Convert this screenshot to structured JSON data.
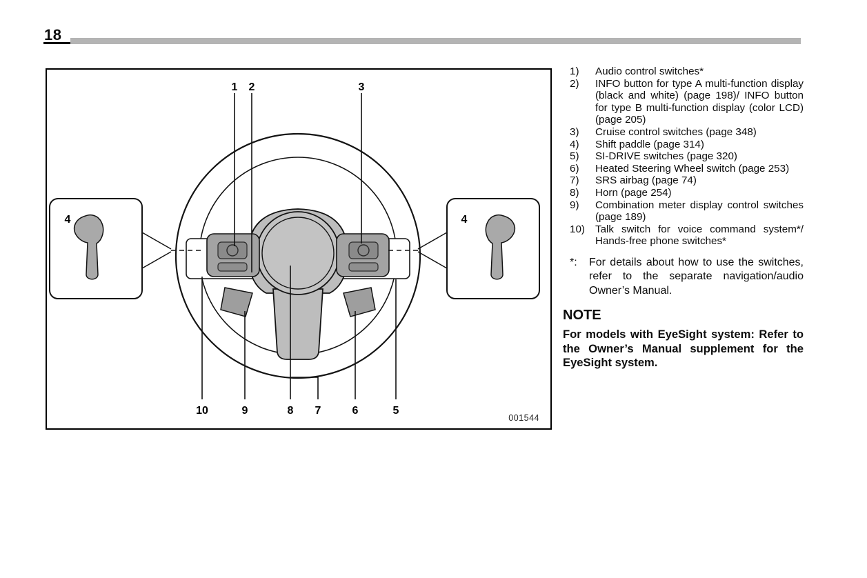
{
  "page": {
    "number": "18",
    "figure_code": "001544"
  },
  "figure": {
    "callouts": {
      "c1": "1",
      "c2": "2",
      "c3": "3",
      "c4_left": "4",
      "c4_right": "4",
      "c5": "5",
      "c6": "6",
      "c7": "7",
      "c8": "8",
      "c9": "9",
      "c10": "10"
    }
  },
  "legend": {
    "items": [
      {
        "num": "1)",
        "text": "Audio control switches*"
      },
      {
        "num": "2)",
        "text": "INFO button for type A multi-function display (black and white) (page 198)/ INFO button for type B multi-function display (color LCD) (page 205)"
      },
      {
        "num": "3)",
        "text": "Cruise control switches (page 348)"
      },
      {
        "num": "4)",
        "text": "Shift paddle (page 314)"
      },
      {
        "num": "5)",
        "text": "SI-DRIVE switches (page 320)"
      },
      {
        "num": "6)",
        "text": "Heated Steering Wheel switch (page 253)"
      },
      {
        "num": "7)",
        "text": "SRS airbag (page 74)"
      },
      {
        "num": "8)",
        "text": "Horn (page 254)"
      },
      {
        "num": "9)",
        "text": "Combination meter display control switches (page 189)"
      },
      {
        "num": "10)",
        "text": "Talk switch for voice command system*/ Hands-free phone switches*"
      }
    ],
    "footnote_marker": "*:",
    "footnote_text": "For details about how to use the switches, refer to the separate navigation/audio Owner’s Manual.",
    "note_title": "NOTE",
    "note_body": "For models with EyeSight system: Refer to the Owner’s Manual supplement for the EyeSight system."
  }
}
